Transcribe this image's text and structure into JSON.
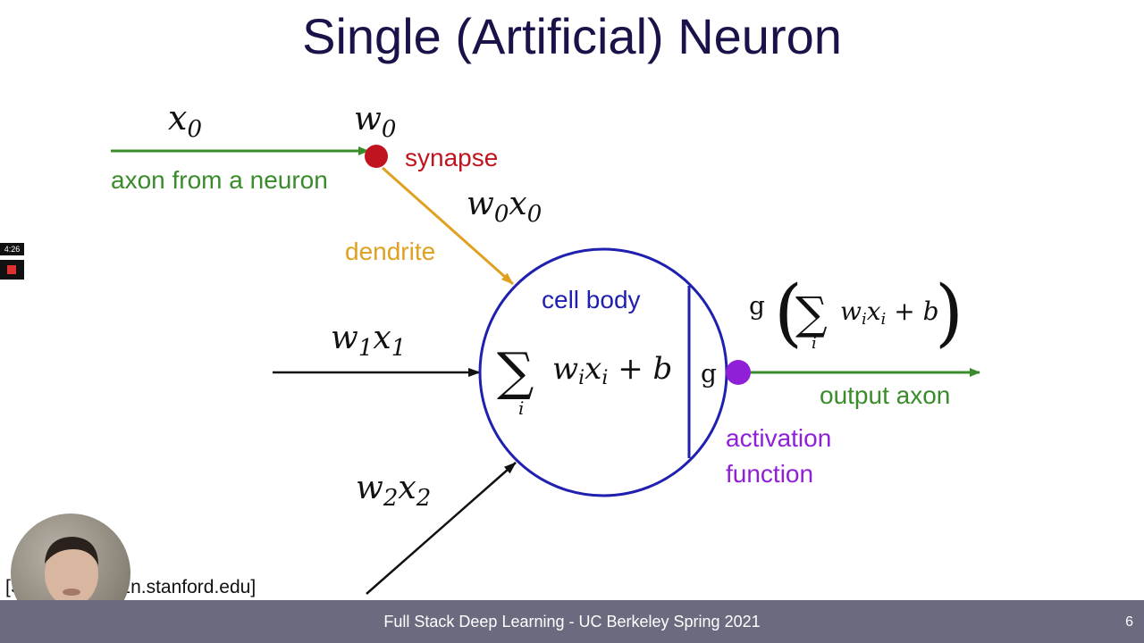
{
  "slide": {
    "title": "Single (Artificial) Neuron",
    "source": "[Source: cs231n.stanford.edu]",
    "footer": "Full Stack Deep Learning - UC Berkeley Spring 2021",
    "page_number": "6"
  },
  "recording": {
    "time": "4:26"
  },
  "diagram": {
    "axon_label": "axon from a neuron",
    "synapse_label": "synapse",
    "dendrite_label": "dendrite",
    "cell_body_label": "cell body",
    "output_label": "output axon",
    "activation_line1": "activation",
    "activation_line2": "function",
    "g": "g",
    "colors": {
      "axon": "#3a8c2a",
      "synapse": "#c0141e",
      "dendrite": "#e0a020",
      "cell": "#1f1fb0",
      "activation": "#8f20d8",
      "title": "#1a1248"
    }
  }
}
